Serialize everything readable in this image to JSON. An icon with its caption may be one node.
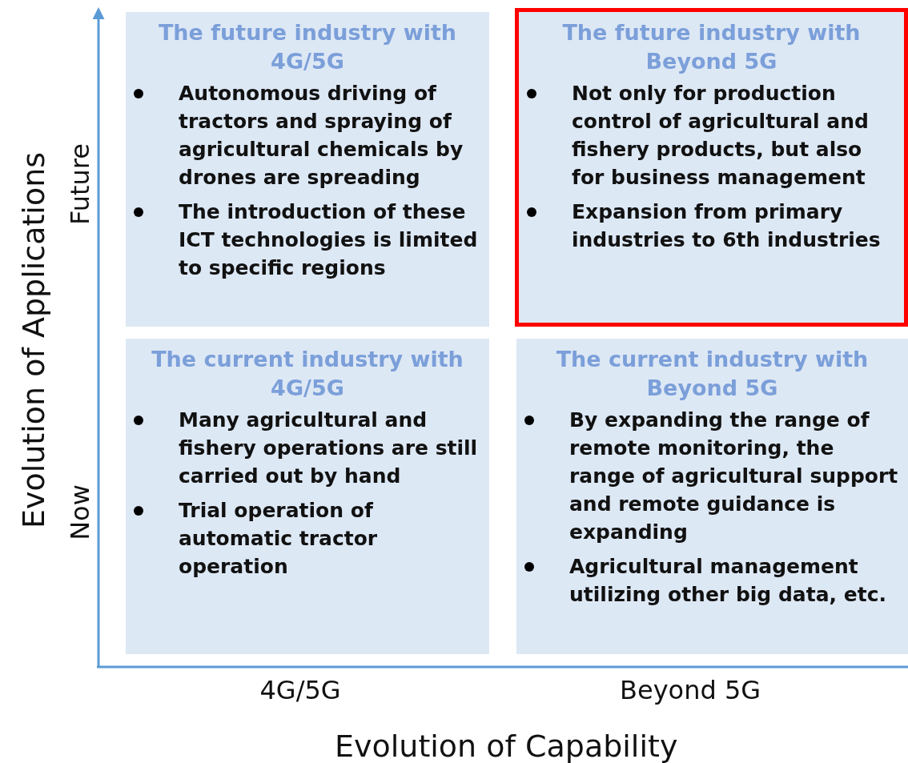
{
  "diagram": {
    "nodes": [
      {
        "text": [
          "The future industry with 4G/5G",
          "Autonomous driving of tractors and spraying of agricultural chemicals by drones are spreading",
          "The introduction of these ICT technologies is limited to specific regions"
        ]
      },
      {
        "text": [
          "The future industry with Beyond 5G",
          "Not only for production control of agricultural and fishery products, but also for business management",
          "Expansion from primary industries to 6th industries"
        ]
      },
      {
        "text": [
          "The current industry with 4G/5G",
          "Many agricultural and fishery operations are still carried out by hand",
          "Trial operation of automatic tractor operation"
        ]
      },
      {
        "text": [
          "The current industry with Beyond 5G",
          "By expanding the range of remote monitoring, the range of agricultural support and remote guidance is expanding",
          "Agricultural management utilizing other big data, etc."
        ]
      }
    ],
    "labels": [
      "Evolution of Applications",
      "Future",
      "Now",
      "4G/5G",
      "Beyond 5G",
      "Evolution of Capability"
    ]
  }
}
